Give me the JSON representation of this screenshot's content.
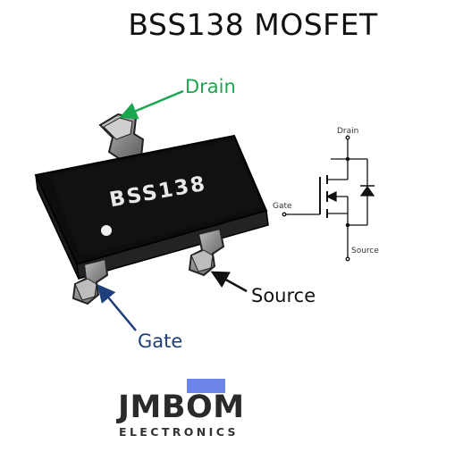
{
  "title": "BSS138 MOSFET",
  "package": {
    "marking": "BSS138"
  },
  "pin_labels": {
    "drain": "Drain",
    "source": "Source",
    "gate": "Gate"
  },
  "schematic": {
    "drain": "Drain",
    "gate": "Gate",
    "source": "Source"
  },
  "brand": {
    "name": "JMBOM",
    "subtitle": "ELECTRONICS"
  },
  "colors": {
    "drain_label": "#1aa64f",
    "gate_label": "#1f3f7a",
    "source_label": "#111111",
    "brand_accent": "#6b85e6"
  }
}
